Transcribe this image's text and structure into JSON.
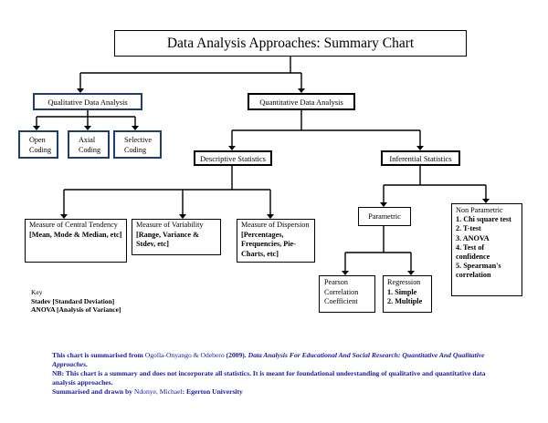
{
  "title": "Data Analysis Approaches: Summary Chart",
  "qualitative": {
    "label": "Qualitative Data Analysis",
    "open": "Open\nCoding",
    "axial": "Axial\nCoding",
    "selective": "Selective\nCoding"
  },
  "quantitative": {
    "label": "Quantitative Data Analysis",
    "descriptive": "Descriptive Statistics",
    "inferential": "Inferential Statistics",
    "central": {
      "name": "Measure of Central Tendency",
      "items": "[Mean, Mode & Median, etc]"
    },
    "variability": {
      "name": "Measure of Variability",
      "items": "[Range, Variance & Stdev, etc]"
    },
    "dispersion": {
      "name": "Measure of Dispersion",
      "items": "[Percentages, Frequencies, Pie-Charts, etc]"
    },
    "parametric": "Parametric",
    "pearson": "Pearson\nCorrelation\nCoefficient",
    "regression": {
      "name": "Regression",
      "items": [
        "1. Simple",
        "2. Multiple"
      ]
    },
    "nonparametric": {
      "name": "Non Parametric",
      "items": [
        "1. Chi square test",
        "2. T-test",
        "3. ANOVA",
        "4. Test of confidence",
        "5. Spearman's correlation"
      ]
    }
  },
  "key": {
    "title": "Key",
    "items": [
      "Stadev [Standard Deviation]",
      "ANOVA [Analysis of Variance]"
    ]
  },
  "footer": {
    "line1_a": "This chart is summarised from ",
    "line1_b": "Ogolla-Onyango & Odebero",
    "line1_c": " (2009). ",
    "line1_d": "Data Analysis For Educational And Social Research: Quantitative And Qualitative Approaches.",
    "nb": "NB: This chart is a summary and does not incorporate all statistics. It is meant for foundational understanding of qualitative and quantitative data analysis approaches.",
    "line3_a": "Summarised and drawn by ",
    "line3_b": "Ndonye, Michael",
    "line3_c": ": Egerton University"
  },
  "colors": {
    "box_border": "#000000",
    "qual_border": "#1f3e6e",
    "footer_text": "#1a1aa6"
  }
}
